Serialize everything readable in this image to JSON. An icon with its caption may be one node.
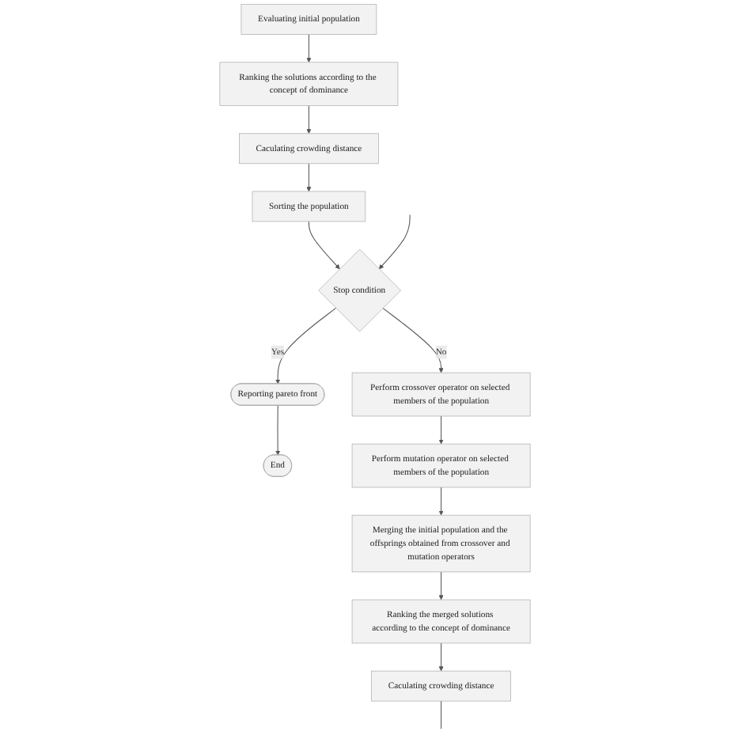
{
  "diagram": {
    "nodes": [
      {
        "text": [
          "Evaluating initial population"
        ]
      },
      {
        "text": [
          "Ranking the solutions according to the concept of dominance"
        ]
      },
      {
        "text": [
          "Caculating crowding distance"
        ]
      },
      {
        "text": [
          "Sorting the population"
        ]
      },
      {
        "text": [
          "Stop condition"
        ]
      },
      {
        "text": [
          "Reporting pareto front"
        ]
      },
      {
        "text": [
          "End"
        ]
      },
      {
        "text": [
          "Perform crossover operator on selected members of the population"
        ]
      },
      {
        "text": [
          "Perform mutation operator on selected members of the population"
        ]
      },
      {
        "text": [
          "Merging the initial population and the offsprings obtained from crossover and mutation operators"
        ]
      },
      {
        "text": [
          "Ranking the merged solutions according to the concept of dominance"
        ]
      },
      {
        "text": [
          "Caculating crowding distance"
        ]
      }
    ],
    "edges": [
      {
        "from": 0,
        "to": 1,
        "arrow": "to"
      },
      {
        "from": 1,
        "to": 2,
        "arrow": "to"
      },
      {
        "from": 2,
        "to": 3,
        "arrow": "to"
      },
      {
        "from": 3,
        "to": 4,
        "arrow": "to"
      },
      {
        "from": 4,
        "to": 5,
        "arrow": "to",
        "label": "Yes"
      },
      {
        "from": 5,
        "to": 6,
        "arrow": "to"
      },
      {
        "from": 4,
        "to": 7,
        "arrow": "to",
        "label": "No"
      },
      {
        "from": 7,
        "to": 8,
        "arrow": "to"
      },
      {
        "from": 8,
        "to": 9,
        "arrow": "to"
      },
      {
        "from": 9,
        "to": 10,
        "arrow": "to"
      },
      {
        "from": 10,
        "to": 11,
        "arrow": "to"
      },
      {
        "from": 11,
        "to": null,
        "arrow": "none"
      },
      {
        "from": null,
        "to": 4,
        "arrow": "to"
      }
    ]
  }
}
